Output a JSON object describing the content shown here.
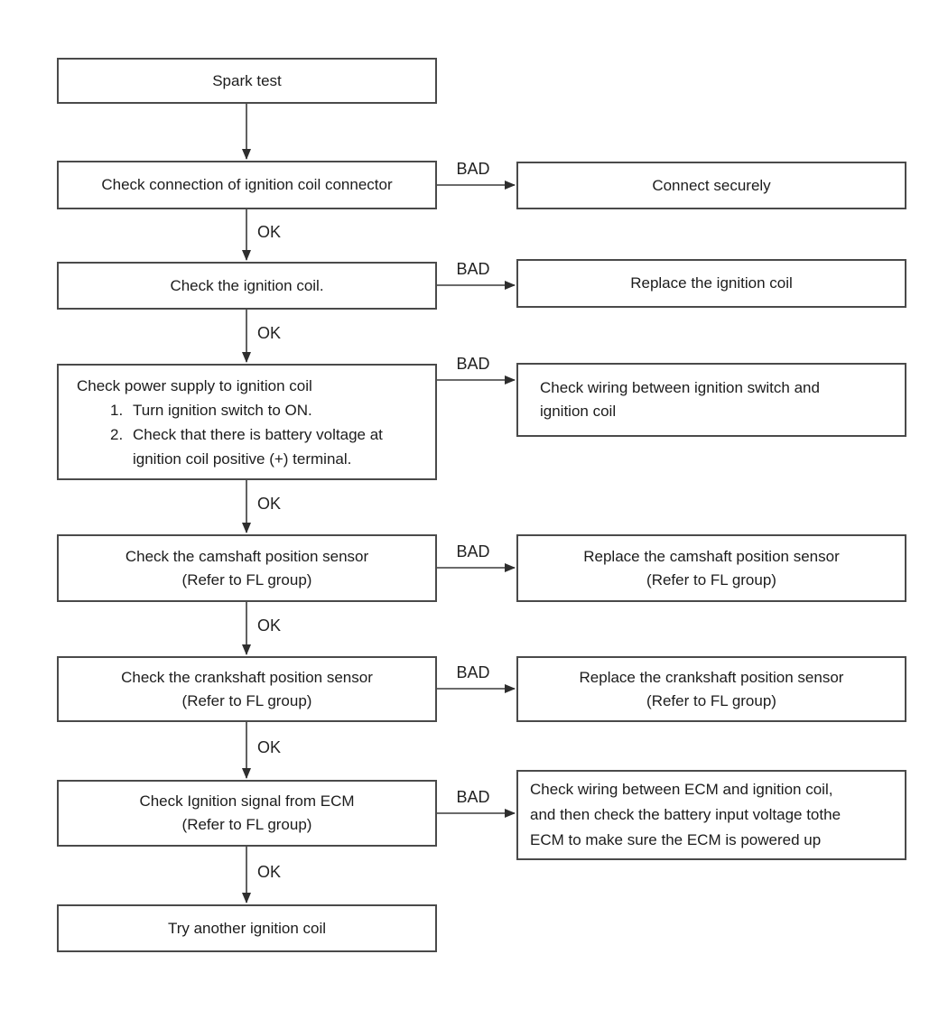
{
  "diagram": {
    "title_node": "Spark test",
    "ok_label": "OK",
    "bad_label": "BAD",
    "left_nodes": {
      "spark_test": "Spark test",
      "check_connection": "Check connection of ignition coil connector",
      "check_coil": "Check the ignition coil.",
      "power_supply": {
        "title": "Check power supply to ignition coil",
        "steps": [
          {
            "num": "1.",
            "text": "Turn ignition switch to ON."
          },
          {
            "num": "2.",
            "text": "Check that there is battery voltage at ignition coil positive (+) terminal."
          }
        ]
      },
      "camshaft": {
        "line1": "Check the camshaft position sensor",
        "line2": "(Refer to FL group)"
      },
      "crankshaft": {
        "line1": "Check the crankshaft position sensor",
        "line2": "(Refer to FL group)"
      },
      "ecm_signal": {
        "line1": "Check Ignition signal from ECM",
        "line2": "(Refer to FL group)"
      },
      "try_another": "Try another ignition coil"
    },
    "right_nodes": {
      "connect_securely": "Connect securely",
      "replace_coil": "Replace the ignition coil",
      "check_wiring_switch": {
        "line1": "Check wiring between ignition switch and",
        "line2": "ignition coil"
      },
      "replace_camshaft": {
        "line1": "Replace the camshaft position sensor",
        "line2": "(Refer to FL group)"
      },
      "replace_crankshaft": {
        "line1": "Replace the crankshaft position sensor",
        "line2": "(Refer to FL group)"
      },
      "check_wiring_ecm": {
        "line1": "Check wiring between ECM and ignition coil,",
        "line2": "and then check the battery input voltage tothe",
        "line3": "ECM to make sure the ECM is powered up"
      }
    },
    "colors": {
      "line": "#3a3a3a",
      "border": "#4a4a4a",
      "text": "#1c1c1c",
      "background": "#ffffff"
    }
  }
}
